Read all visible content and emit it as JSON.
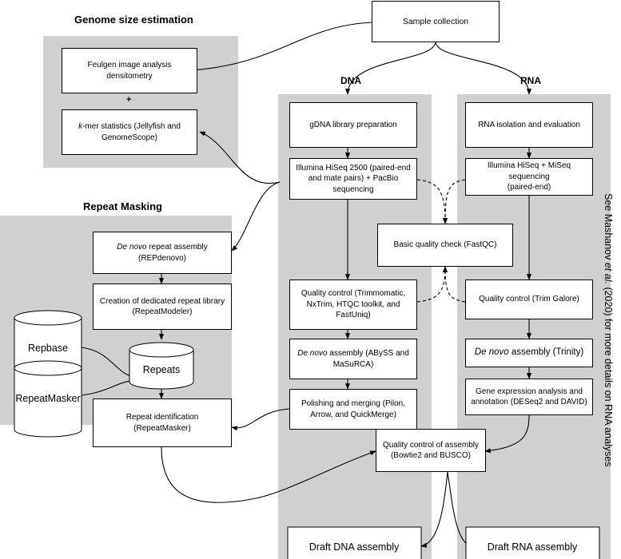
{
  "headings": {
    "genome_size": "Genome size estimation",
    "repeat_masking": "Repeat Masking",
    "dna": "DNA",
    "rna": "RNA"
  },
  "side_note": {
    "pre": "See Mashanov ",
    "italic": "et al.",
    "post": " (2020) for more details on RNA analyses"
  },
  "plus": "+",
  "boxes": {
    "sample_collection": "Sample collection",
    "feulgen_line1": "Feulgen image analysis",
    "feulgen_line2": "densitometry",
    "kmer_italic": "k",
    "kmer_line1_rest": "-mer statistics (Jellyfish and",
    "kmer_line2": "GenomeScope)",
    "gdna_prep": "gDNA library preparation",
    "illumina_dna_line1": "Illumina HiSeq 2500  (paired-end",
    "illumina_dna_line2": "and mate pairs) + PacBio",
    "illumina_dna_line3": "sequencing",
    "qc_dna_line1": "Quality control (Trimmomatic,",
    "qc_dna_line2": "NxTrim, HTQC toolkit, and",
    "qc_dna_line3": "FastUniq)",
    "denovo_dna_italic": "De novo",
    "denovo_dna_line1_rest": " assembly (ABySS and",
    "denovo_dna_line2": "MaSuRCA)",
    "polish_line1": "Polishing and merging  (Pilon,",
    "polish_line2": "Arrow, and QuickMerge)",
    "rna_isolation": "RNA isolation and evaluation",
    "illumina_rna_line1": "Illumina HiSeq + MiSeq sequencing",
    "illumina_rna_line2": "(paired-end)",
    "basic_qc": "Basic quality check (FastQC)",
    "qc_rna": "Quality control (Trim Galore)",
    "denovo_rna_italic": "De novo",
    "denovo_rna_rest": " assembly (Trinity)",
    "gene_expr_line1": "Gene expression analysis and",
    "gene_expr_line2": "annotation (DESeq2 and DAVID)",
    "qc_assembly_line1": "Quality control of assembly",
    "qc_assembly_line2": "(Bowtie2 and BUSCO)",
    "denovo_repeat_italic": "De novo",
    "denovo_repeat_line1_rest": " repeat assembly",
    "denovo_repeat_line2": "(REPdenovo)",
    "repeat_lib_line1": "Creation of dedicated repeat library",
    "repeat_lib_line2": "(RepeatModeler)",
    "repeat_id_line1": "Repeat identification",
    "repeat_id_line2": "(RepeatMasker)"
  },
  "databases": {
    "repbase": "Repbase",
    "repeatmasker": "RepeatMasker",
    "repeats": "Repeats"
  },
  "outputs": {
    "draft_dna": "Draft DNA assembly",
    "draft_rna": "Draft RNA assembly"
  }
}
